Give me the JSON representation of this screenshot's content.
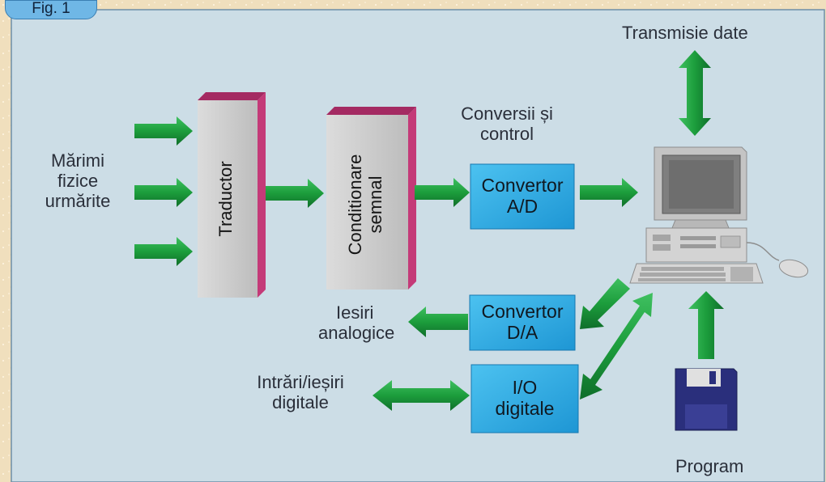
{
  "figure_tab": "Fig. 1",
  "colors": {
    "panel": "#ccdde6",
    "outer": "#f0dfbd",
    "arrow": "#1c9d3c",
    "box_blue": "#2eaee6",
    "box_gray": "#c8c8c8",
    "box_edge": "#c43a78"
  },
  "labels": {
    "input_line1": "Mărimi",
    "input_line2": "fizice",
    "input_line3": "urmărite",
    "traductor": "Traductor",
    "conditionare_line1": "Conditionare",
    "conditionare_line2": "semnal",
    "conversii_line1": "Conversii și",
    "conversii_line2": "control",
    "convertor_ad_line1": "Convertor",
    "convertor_ad_line2": "A/D",
    "transmisie": "Transmisie date",
    "convertor_da_line1": "Convertor",
    "convertor_da_line2": "D/A",
    "iesiri_line1": "Iesiri",
    "iesiri_line2": "analogice",
    "io_line1": "I/O",
    "io_line2": "digitale",
    "intrari_line1": "Intrări/ieșiri",
    "intrari_line2": "digitale",
    "program": "Program"
  },
  "icons": [
    "computer-icon",
    "floppy-disk-icon",
    "mouse-icon",
    "keyboard-icon"
  ]
}
